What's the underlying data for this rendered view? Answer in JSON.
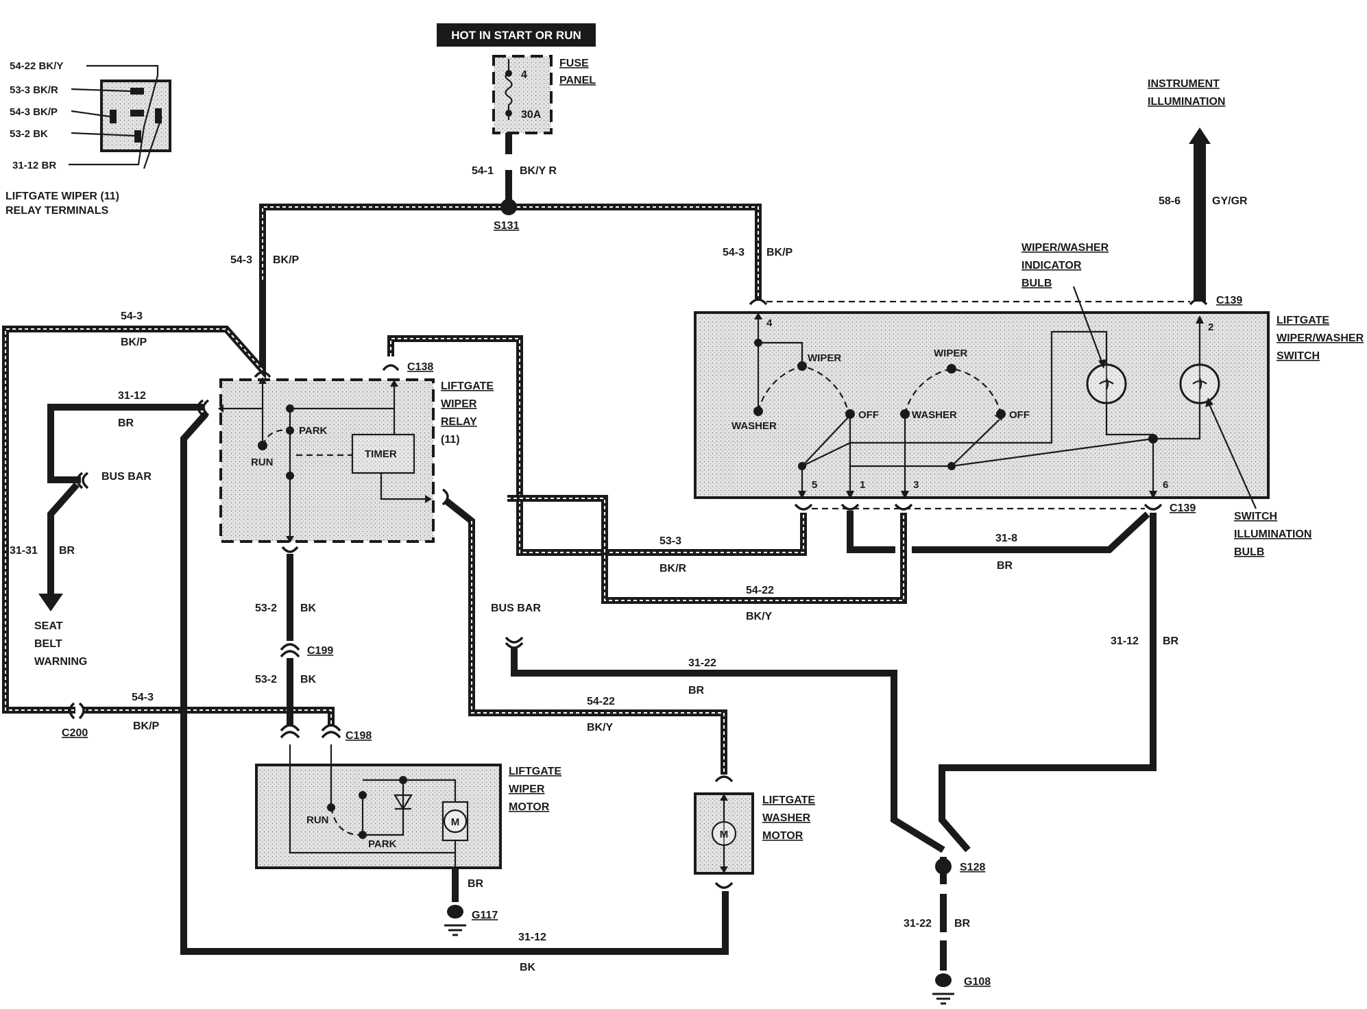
{
  "title": "HOT IN START OR RUN",
  "fuse_panel": {
    "label_lines": [
      "FUSE",
      "PANEL"
    ],
    "fuse_number": "4",
    "fuse_rating": "30A"
  },
  "relay_terminals": {
    "pins": [
      "54-22 BK/Y",
      "53-3 BK/R",
      "54-3 BK/P",
      "53-2 BK",
      "31-12 BR"
    ],
    "caption_lines": [
      "LIFTGATE WIPER (11)",
      "RELAY TERMINALS"
    ]
  },
  "components": {
    "relay": {
      "lines": [
        "LIFTGATE",
        "WIPER",
        "RELAY",
        "(11)"
      ],
      "park": "PARK",
      "run": "RUN",
      "timer": "TIMER"
    },
    "switch": {
      "lines": [
        "LIFTGATE",
        "WIPER/WASHER",
        "SWITCH"
      ],
      "wiper": "WIPER",
      "washer": "WASHER",
      "off": "OFF"
    },
    "indicator_bulb": {
      "lines": [
        "WIPER/WASHER",
        "INDICATOR",
        "BULB"
      ]
    },
    "illumination_bulb": {
      "lines": [
        "SWITCH",
        "ILLUMINATION",
        "BULB"
      ]
    },
    "instrument": {
      "lines": [
        "INSTRUMENT",
        "ILLUMINATION"
      ]
    },
    "wiper_motor": {
      "lines": [
        "LIFTGATE",
        "WIPER",
        "MOTOR"
      ],
      "run": "RUN",
      "park": "PARK",
      "motor": "M"
    },
    "washer_motor": {
      "lines": [
        "LIFTGATE",
        "WASHER",
        "MOTOR"
      ],
      "motor": "M"
    },
    "seat_belt": {
      "lines": [
        "SEAT",
        "BELT",
        "WARNING"
      ]
    },
    "bus_bar": "BUS BAR"
  },
  "connectors": [
    "C138",
    "C139",
    "C199",
    "C198",
    "C200",
    "S131",
    "S128",
    "G117",
    "G108"
  ],
  "pin_numbers": [
    "4",
    "2",
    "5",
    "1",
    "3",
    "6"
  ],
  "wires": {
    "w54_1": "54-1",
    "bky_r": "BK/Y R",
    "w54_3": "54-3",
    "bkp": "BK/P",
    "w31_12": "31-12",
    "br": "BR",
    "w31_31": "31-31",
    "w53_2": "53-2",
    "bk": "BK",
    "w53_3": "53-3",
    "bkr": "BK/R",
    "w54_22": "54-22",
    "bky": "BK/Y",
    "w31_8": "31-8",
    "w31_22": "31-22",
    "w58_6": "58-6",
    "gygr": "GY/GR"
  }
}
